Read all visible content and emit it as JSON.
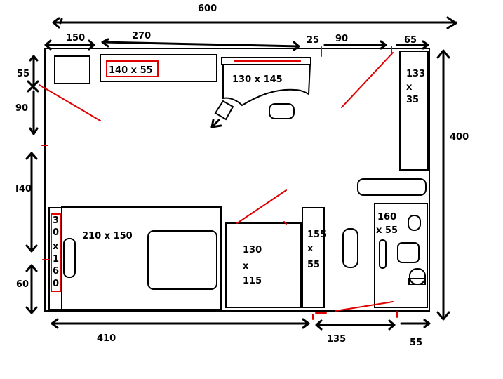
{
  "dimensions": {
    "top_total": "600",
    "top_150": "150",
    "top_270": "270",
    "top_25": "25",
    "top_90": "90",
    "top_65": "65",
    "left_55": "55",
    "left_90": "90",
    "left_140": "I40",
    "left_60": "60",
    "right_400": "400",
    "bottom_410": "410",
    "bottom_135": "135",
    "bottom_55": "55"
  },
  "furniture": {
    "shelf": "140 x 55",
    "desk": "130  x  145",
    "wardrobe": [
      "133",
      "x",
      "35"
    ],
    "bed": "210 x 150",
    "bed_side": [
      "3",
      "0",
      "x",
      "1",
      "6",
      "0"
    ],
    "table": [
      "130",
      "x",
      "115"
    ],
    "cabinet": [
      "155",
      "x",
      "55"
    ],
    "bathroom": [
      "160",
      "x 55"
    ]
  },
  "colors": {
    "line": "#000000",
    "accent": "#e00000",
    "background": "#ffffff"
  }
}
